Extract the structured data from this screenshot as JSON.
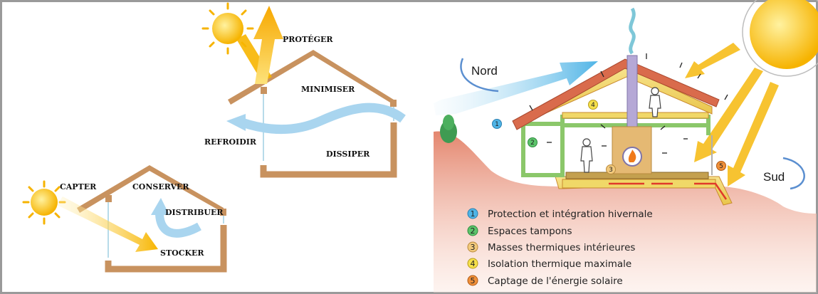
{
  "left_panel": {
    "labels": {
      "protect": "PROTÉGER",
      "minimize": "MINIMISER",
      "cool": "REFROIDIR",
      "dissipate": "DISSIPER",
      "capture": "CAPTER",
      "conserve": "CONSERVER",
      "distribute": "DISTRIBUER",
      "store": "STOCKER"
    }
  },
  "right_panel": {
    "labels": {
      "north": "Nord",
      "south": "Sud"
    },
    "legend": [
      {
        "number": "1",
        "text": "Protection et intégration hivernale",
        "color": "#4fb4e6"
      },
      {
        "number": "2",
        "text": "Espaces tampons",
        "color": "#5cc46b"
      },
      {
        "number": "3",
        "text": "Masses thermiques intérieures",
        "color": "#f2c97c"
      },
      {
        "number": "4",
        "text": "Isolation thermique maximale",
        "color": "#f5e04a"
      },
      {
        "number": "5",
        "text": "Captage de l'énergie solaire",
        "color": "#f0903a"
      }
    ]
  },
  "colors": {
    "wood": "#c8925f",
    "roof": "#d96b4c",
    "air_flow": "#a9d5ef",
    "sun": "#f6b300"
  }
}
